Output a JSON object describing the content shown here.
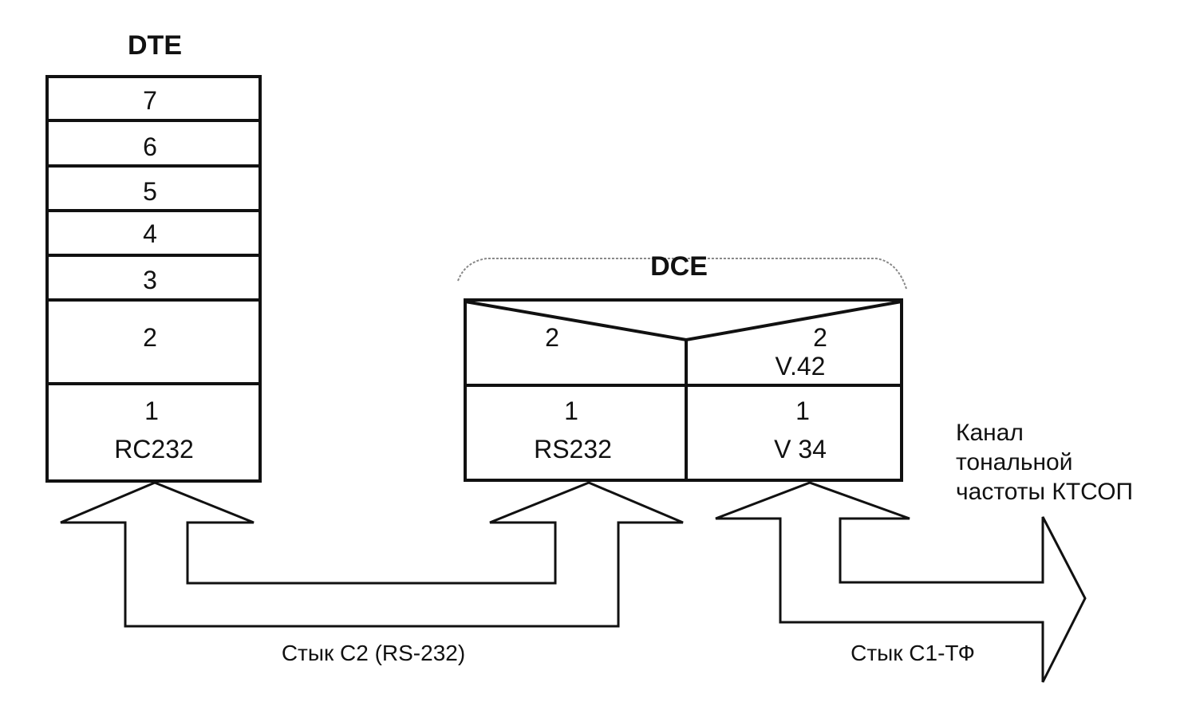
{
  "dte": {
    "title": "DTE",
    "layers": [
      "7",
      "6",
      "5",
      "4",
      "3",
      "2"
    ],
    "layer1_number": "1",
    "layer1_protocol": "RC232"
  },
  "dce": {
    "title": "DCE",
    "left_layer2": "2",
    "right_layer2": "2",
    "right_layer2_protocol": "V.42",
    "left_layer1_number": "1",
    "left_layer1_protocol": "RS232",
    "right_layer1_number": "1",
    "right_layer1_protocol": "V 34"
  },
  "channel_label": [
    "Канал",
    "тональной",
    "частоты КТСОП"
  ],
  "interface_c2": "Стык С2 (RS-232)",
  "interface_c1": "Стык С1-ТФ"
}
